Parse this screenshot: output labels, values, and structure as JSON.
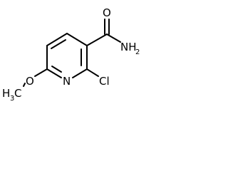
{
  "molecule": {
    "atoms": {
      "nitrogen": "N",
      "chlorine": "Cl",
      "oxygen_carbonyl": "O",
      "amide_nitrogen": "NH",
      "amide_h_count": "2",
      "ether_oxygen": "O",
      "methyl_carbon": "H",
      "methyl_h_count": "3",
      "methyl_c": "C"
    }
  }
}
